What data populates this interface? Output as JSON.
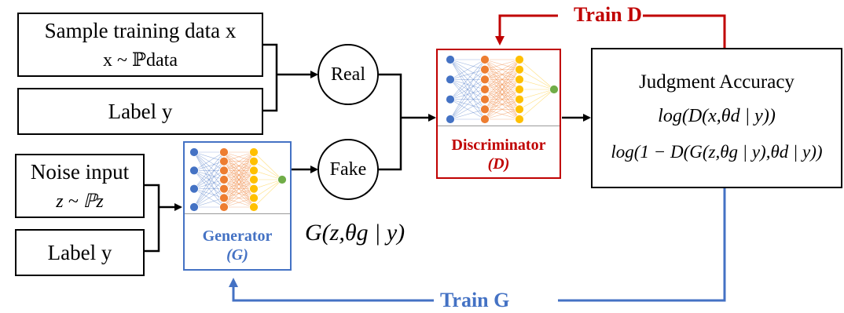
{
  "inputs": {
    "sample": {
      "line1": "Sample training data x",
      "line2": "x ~ ℙdata"
    },
    "label_top": "Label y",
    "noise": {
      "line1": "Noise input",
      "line2": "z ~ ℙz"
    },
    "label_bottom": "Label y"
  },
  "nodes": {
    "real": "Real",
    "fake": "Fake",
    "generator_output": "G(z,θg | y)"
  },
  "generator": {
    "name": "Generator",
    "symbol": "(G)",
    "color": "#4472c4"
  },
  "discriminator": {
    "name": "Discriminator",
    "symbol": "(D)",
    "color": "#c00000"
  },
  "output": {
    "title": "Judgment Accuracy",
    "formula1": "log(D(x,θd | y))",
    "formula2": "log(1 − D(G(z,θg | y),θd | y))"
  },
  "feedback": {
    "train_d": "Train D",
    "train_g": "Train G"
  },
  "colors": {
    "nn_blue": "#4472c4",
    "nn_orange": "#ed7d31",
    "nn_yellow": "#ffc000",
    "nn_green": "#70ad47"
  }
}
